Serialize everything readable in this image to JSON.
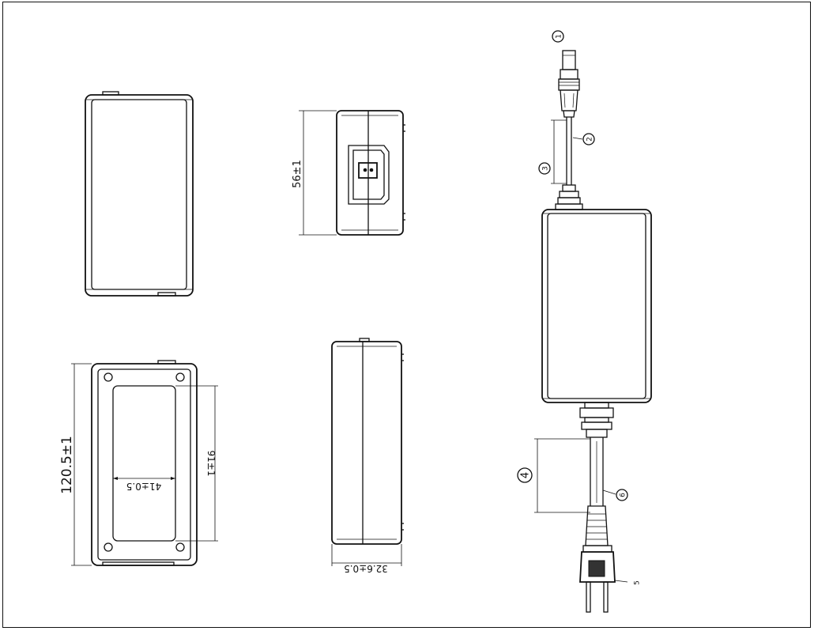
{
  "dimensions": {
    "height_side": "56±1",
    "length": "120.5±1",
    "inner_width": "41±0.5",
    "inner_height": "91±1",
    "thickness": "32.6±0.5"
  },
  "callouts": {
    "dc_plug": "1",
    "dc_cable": "2",
    "dc_length": "3",
    "ac_length": "4",
    "ac_plug": "5",
    "ac_cable": "6"
  }
}
